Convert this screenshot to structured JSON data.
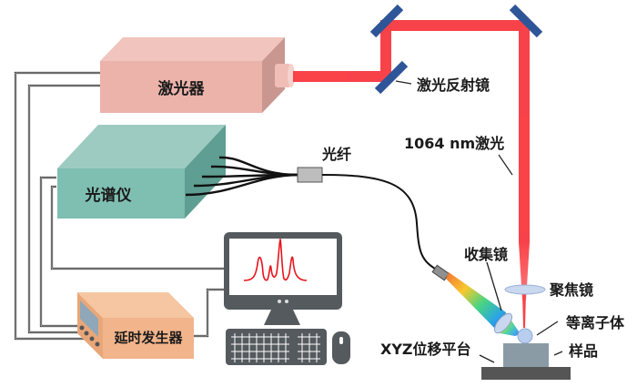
{
  "diagram": {
    "type": "LIBS experimental setup schematic",
    "components": {
      "laser": {
        "label": "激光器"
      },
      "laser_mirror": {
        "label": "激光反射镜"
      },
      "laser_beam": {
        "label": "1064 nm激光"
      },
      "spectrometer": {
        "label": "光谱仪"
      },
      "optical_fiber": {
        "label": "光纤"
      },
      "collection_lens": {
        "label": "收集镜"
      },
      "focusing_lens": {
        "label": "聚焦镜"
      },
      "plasma": {
        "label": "等离子体"
      },
      "sample": {
        "label": "样品"
      },
      "xyz_stage": {
        "label": "XYZ位移平台"
      },
      "delay_generator": {
        "label": "延时发生器"
      },
      "computer": {
        "label": ""
      }
    },
    "colors": {
      "laser_box_front": "#ecb3ab",
      "laser_box_top": "#f1c4be",
      "laser_box_side": "#c99690",
      "spectrometer_front": "#7fbfb2",
      "spectrometer_top": "#9ecbc1",
      "spectrometer_side": "#5f9e92",
      "delay_front": "#f2b48a",
      "delay_top": "#f6c6a2",
      "delay_side": "#e9a779",
      "delay_screen": "#8fa7b8",
      "beam": "#f8333a",
      "mirror": "#2e5597",
      "computer": "#545a5e",
      "spectrum_line": "#e8141b",
      "lens": "#c9d8ef",
      "sample": "#8a9ba6",
      "stage": "#555555",
      "wire": "#111111"
    }
  }
}
